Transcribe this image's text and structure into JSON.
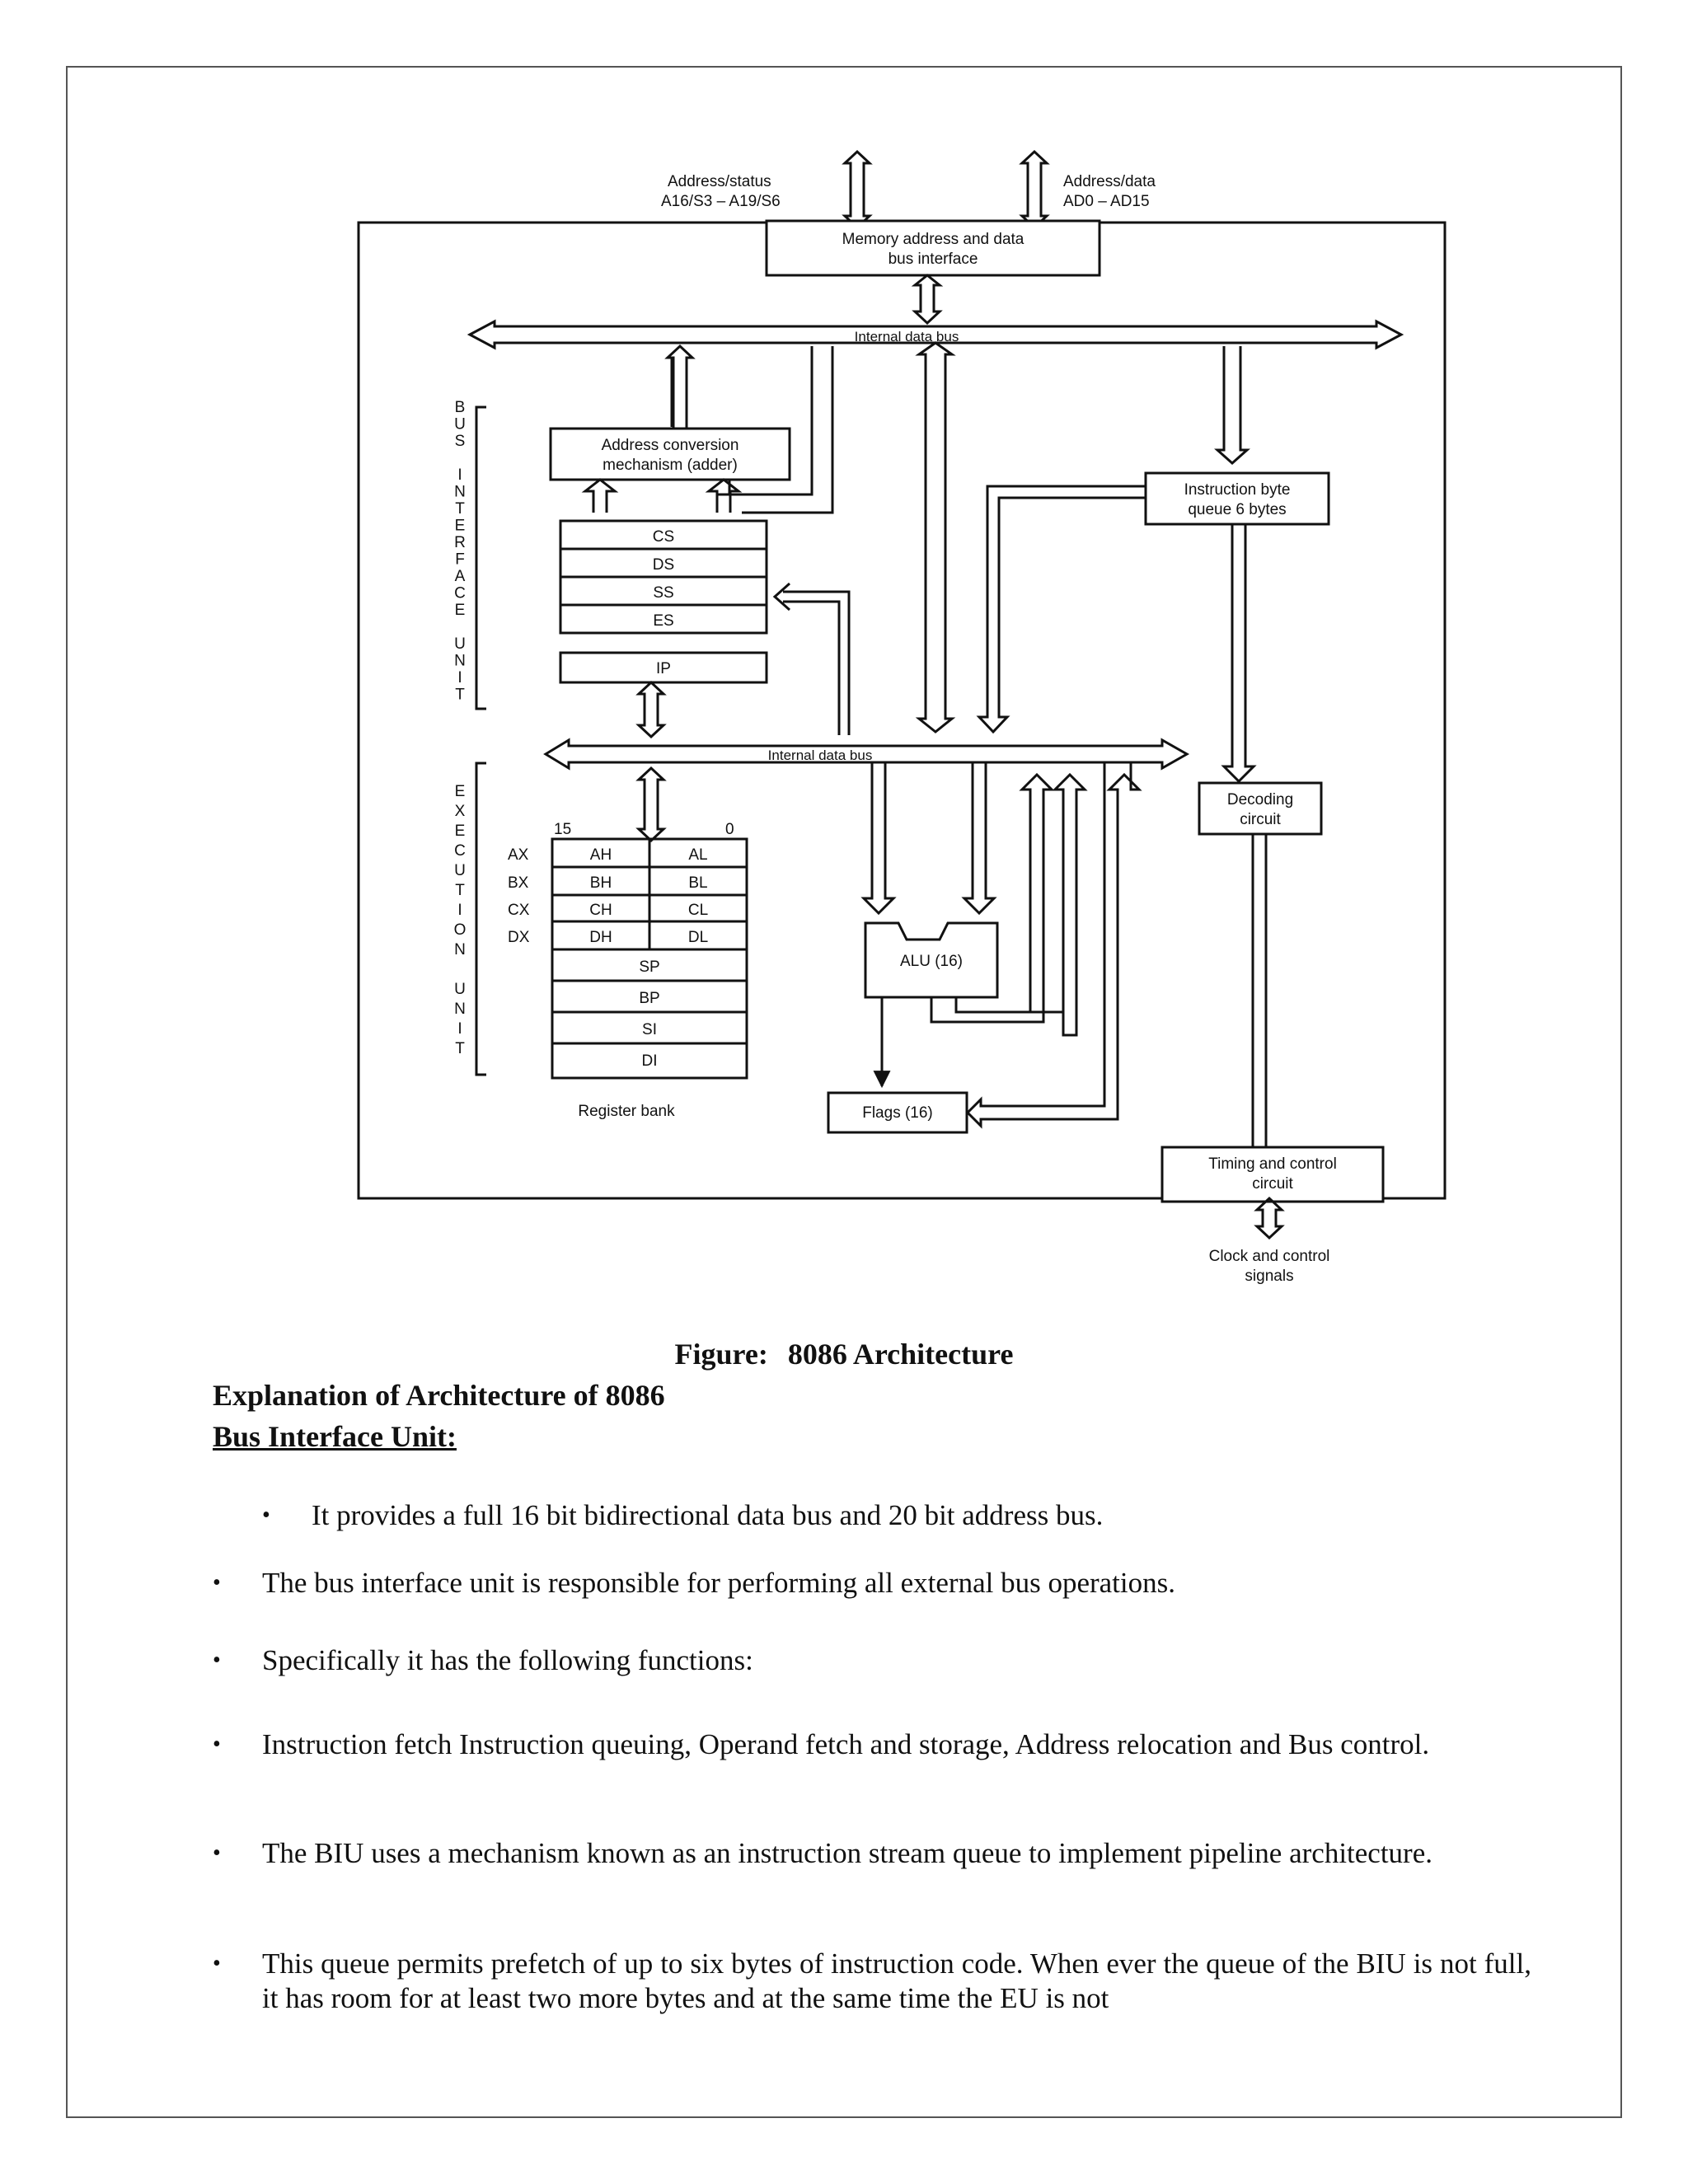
{
  "diagram": {
    "address_status_label": "Address/status",
    "address_status_signals": "A16/S3 – A19/S6",
    "address_data_label": "Address/data",
    "address_data_signals": "AD0 – AD15",
    "memory_interface": [
      "Memory address and data",
      "bus interface"
    ],
    "internal_bus_top": "Internal data bus",
    "internal_bus_bottom": "Internal data bus",
    "biu_vertical_label": "BUS INTERFACE UNIT",
    "eu_vertical_label": "EXECUTION UNIT",
    "address_conversion": [
      "Address conversion",
      "mechanism (adder)"
    ],
    "segment_registers": [
      "CS",
      "DS",
      "SS",
      "ES"
    ],
    "ip_register": "IP",
    "instruction_queue": [
      "Instruction byte",
      "queue 6 bytes"
    ],
    "decoding_circuit": [
      "Decoding",
      "circuit"
    ],
    "bit_high": "15",
    "bit_low": "0",
    "general_registers": [
      {
        "name": "AX",
        "high": "AH",
        "low": "AL"
      },
      {
        "name": "BX",
        "high": "BH",
        "low": "BL"
      },
      {
        "name": "CX",
        "high": "CH",
        "low": "CL"
      },
      {
        "name": "DX",
        "high": "DH",
        "low": "DL"
      }
    ],
    "pointer_registers": [
      "SP",
      "BP",
      "SI",
      "DI"
    ],
    "register_bank_label": "Register bank",
    "alu": "ALU (16)",
    "flags": "Flags (16)",
    "timing_control": [
      "Timing and control",
      "circuit"
    ],
    "clock_signals": [
      "Clock and control",
      "signals"
    ]
  },
  "caption": {
    "label": "Figure:",
    "title": "8086 Architecture"
  },
  "heading": "Explanation of Architecture of 8086",
  "subheading": "Bus Interface Unit:",
  "bullets": [
    "It provides a full 16 bit bidirectional data bus and 20 bit address bus.",
    "The bus interface unit is responsible for performing all external bus operations.",
    "Specifically it has the following functions:",
    "Instruction fetch Instruction queuing, Operand fetch and storage, Address relocation and Bus control.",
    "The BIU uses a mechanism known as an instruction stream queue to implement pipeline architecture.",
    "This queue permits prefetch of up to six bytes of instruction code. When ever the queue of the BIU is not full, it has room for at least two more bytes and at the same time the EU is not"
  ],
  "bullet_symbol": "•"
}
